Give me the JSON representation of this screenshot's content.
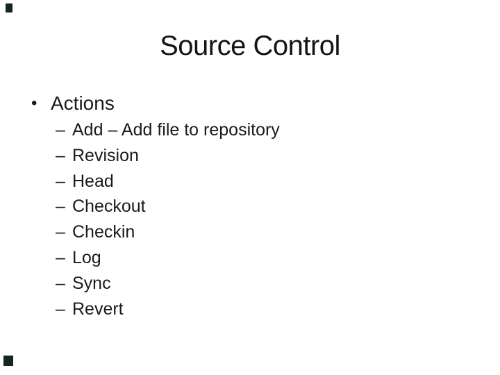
{
  "slide": {
    "background_color": "#ffffff",
    "text_color": "#1a1a1a",
    "corner_marker_color": "#15261c",
    "title": "Source Control",
    "bullet_glyph": "•",
    "dash_glyph": "–",
    "heading": "Actions",
    "sub_items": [
      "Add – Add file to repository",
      "Revision",
      "Head",
      "Checkout",
      "Checkin",
      "Log",
      "Sync",
      "Revert"
    ]
  }
}
